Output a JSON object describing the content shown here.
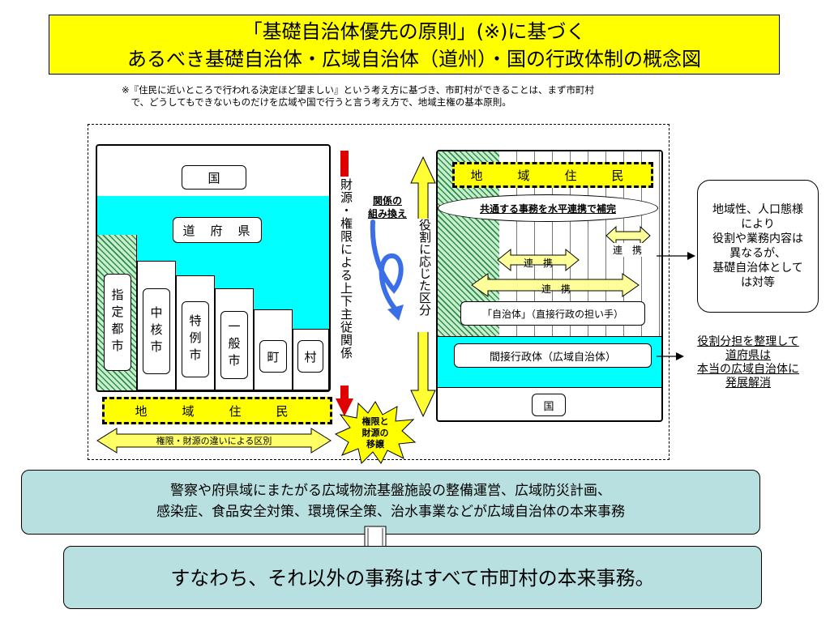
{
  "title": {
    "line1": "「基礎自治体優先の原則」(※)に基づく",
    "line2": "あるべき基礎自治体・広域自治体（道州）・国の行政体制の概念図"
  },
  "note": {
    "line1": "※『住民に近いところで行われる決定ほど望ましい』という考え方に基づき、市町村ができることは、まず市町村",
    "line2": "　で、どうしてもできないものだけを広域や国で行うと言う考え方で、地域主権の基本原則。"
  },
  "left": {
    "kuni": "国",
    "dofuken": "道　府　県",
    "cities": [
      "指定都市",
      "中核市",
      "特例市",
      "一般市",
      "町",
      "村"
    ],
    "residents": "地　域　住　民",
    "arrow_label": "権限・財源の違いによる区別",
    "vertical_label": "財源・権限による上下主従関係"
  },
  "middle": {
    "reorg_label_1": "関係の",
    "reorg_label_2": "組み換え",
    "role_label": "役割に応じた区分",
    "burst_1": "権限と",
    "burst_2": "財源の",
    "burst_3": "移譲"
  },
  "right": {
    "residents": "地　域　住　民",
    "shared": "共通する事務を水平連携で補完",
    "renkei": "連　携",
    "jichitai": "「自治体」（直接行政の担い手）",
    "indirect": "間接行政体（広域自治体）",
    "kuni": "国"
  },
  "callout": {
    "line1": "地域性、人口態様",
    "line2": "により",
    "line3": "役割や業務内容は",
    "line4": "異なるが、",
    "line5": "基礎自治体として",
    "line6": "は対等"
  },
  "role_note": {
    "line1": "役割分担を整理して",
    "line2": "道府県は",
    "line3": "本当の広域自治体に",
    "line4": "発展解消"
  },
  "bottom1": {
    "line1": "警察や府県域にまたがる広域物流基盤施設の整備運営、広域防災計画、",
    "line2": "感染症、食品安全対策、環境保全策、治水事業などが広域自治体の本来事務"
  },
  "bottom2": {
    "text": "すなわち、それ以外の事務はすべて市町村の本来事務。"
  },
  "colors": {
    "title_bg": "#ffff00",
    "cyan": "#00ffff",
    "hatch": "#2e8b57",
    "bottom_bg": "#b9e0e0",
    "arrow_blue": "#3a6fe8",
    "arrow_red": "#e00000",
    "arrow_yellow": "#ffff66"
  }
}
